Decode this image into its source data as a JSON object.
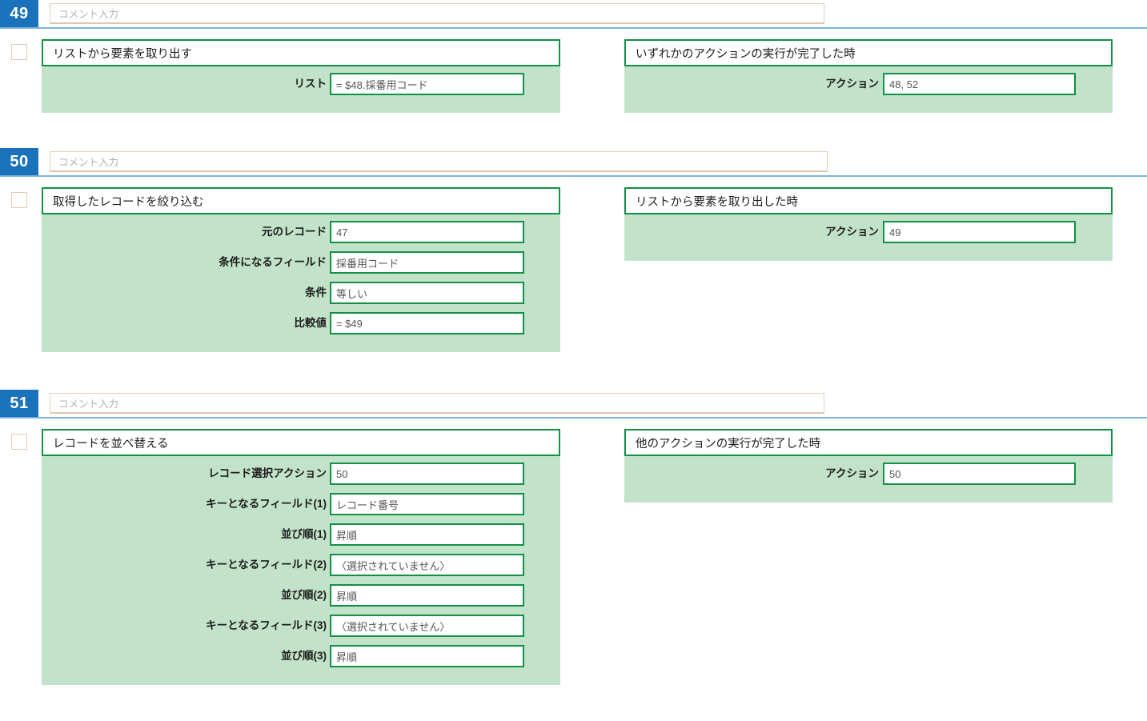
{
  "theme": {
    "number_badge_bg": "#1a72ba",
    "number_badge_fg": "#ffffff",
    "panel_border": "#119145",
    "panel_body_bg": "#c2e3c9",
    "divider": "#7db3e0",
    "comment_border": "#e0cfbb",
    "placeholder_color": "#b3b3b3"
  },
  "common": {
    "comment_placeholder": "コメント入力",
    "checkbox_checked": false
  },
  "steps": [
    {
      "number": "49",
      "comment_value": "",
      "comment_placeholder": "コメント入力",
      "action": {
        "title": "リストから要素を取り出す",
        "fields": [
          {
            "label": "リスト",
            "value": "= $48.採番用コード"
          }
        ]
      },
      "trigger": {
        "title": "いずれかのアクションの実行が完了した時",
        "fields": [
          {
            "label": "アクション",
            "value": "48, 52"
          }
        ]
      }
    },
    {
      "number": "50",
      "comment_value": "",
      "comment_placeholder": "コメント入力",
      "action": {
        "title": "取得したレコードを絞り込む",
        "fields": [
          {
            "label": "元のレコード",
            "value": "47"
          },
          {
            "label": "条件になるフィールド",
            "value": "採番用コード"
          },
          {
            "label": "条件",
            "value": "等しい"
          },
          {
            "label": "比較値",
            "value": "= $49"
          }
        ]
      },
      "trigger": {
        "title": "リストから要素を取り出した時",
        "fields": [
          {
            "label": "アクション",
            "value": "49"
          }
        ]
      }
    },
    {
      "number": "51",
      "comment_value": "",
      "comment_placeholder": "コメント入力",
      "action": {
        "title": "レコードを並べ替える",
        "fields": [
          {
            "label": "レコード選択アクション",
            "value": "50"
          },
          {
            "label": "キーとなるフィールド(1)",
            "value": "レコード番号"
          },
          {
            "label": "並び順(1)",
            "value": "昇順"
          },
          {
            "label": "キーとなるフィールド(2)",
            "value": "〈選択されていません〉"
          },
          {
            "label": "並び順(2)",
            "value": "昇順"
          },
          {
            "label": "キーとなるフィールド(3)",
            "value": "〈選択されていません〉"
          },
          {
            "label": "並び順(3)",
            "value": "昇順"
          }
        ]
      },
      "trigger": {
        "title": "他のアクションの実行が完了した時",
        "fields": [
          {
            "label": "アクション",
            "value": "50"
          }
        ]
      }
    }
  ]
}
